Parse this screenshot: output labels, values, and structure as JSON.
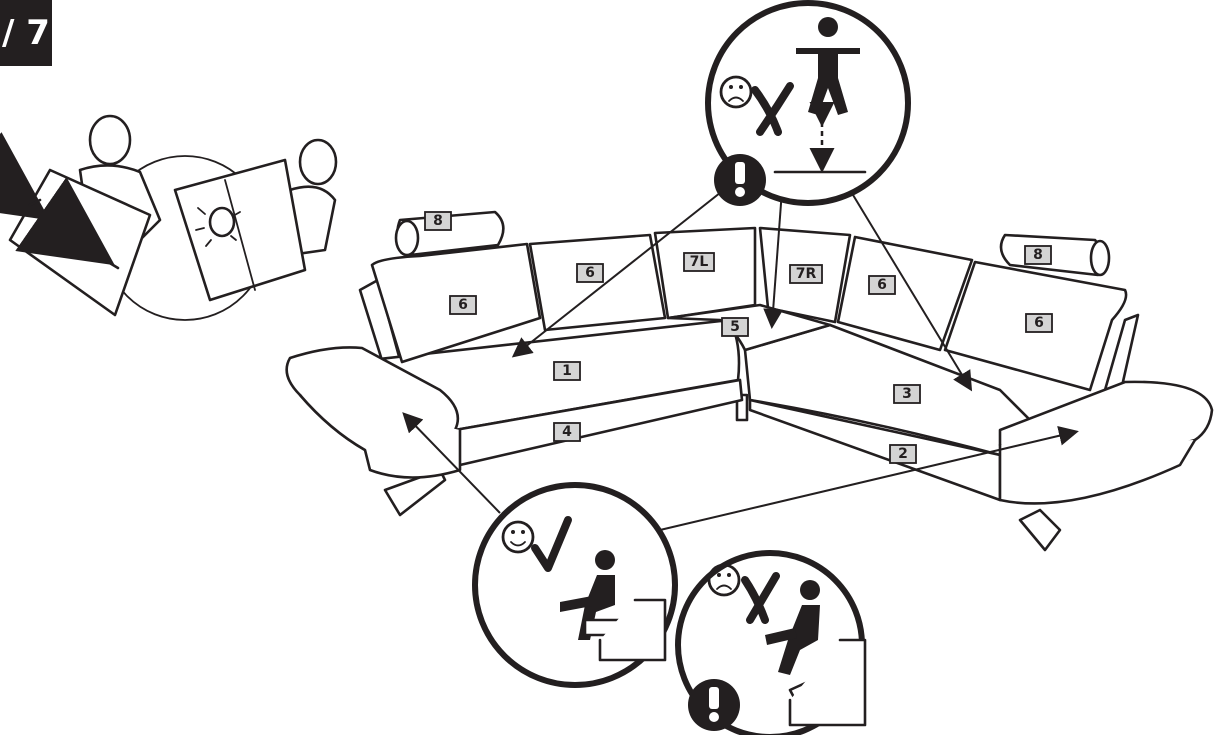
{
  "page": {
    "number_label": "/ 7"
  },
  "parts": {
    "p8_left": "8",
    "p8_right": "8",
    "p6_back_left_outer": "6",
    "p6_back_left_inner": "6",
    "p7L": "7L",
    "p7R": "7R",
    "p6_back_right_inner": "6",
    "p6_back_right_outer": "6",
    "p5": "5",
    "p1": "1",
    "p3": "3",
    "p4": "4",
    "p2": "2"
  },
  "callouts": {
    "stand_on_sofa": {
      "verdict": "wrong",
      "emoji": "sad-face",
      "mark": "x-mark"
    },
    "sit_on_armrest_upright": {
      "verdict": "correct",
      "emoji": "happy-face",
      "mark": "check-mark"
    },
    "sit_on_armrest_reclined": {
      "verdict": "wrong",
      "emoji": "sad-face",
      "mark": "x-mark"
    }
  },
  "colors": {
    "ink": "#231f20",
    "label_fill": "#d4d4d4",
    "background": "#ffffff"
  }
}
